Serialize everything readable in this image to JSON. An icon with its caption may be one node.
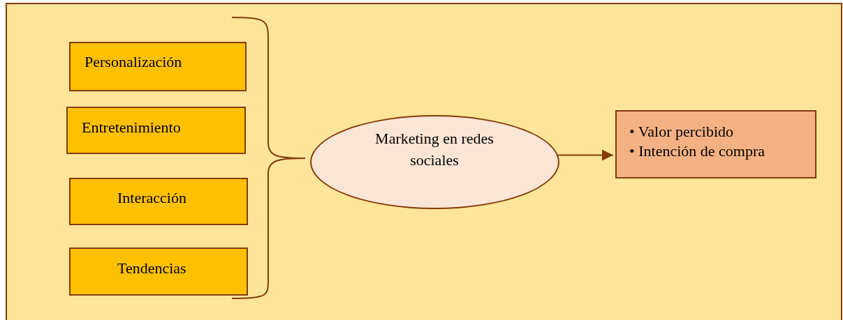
{
  "diagram": {
    "nodes": [
      {
        "text": [],
        "shape": "box"
      },
      {
        "text": [
          "Personalización"
        ],
        "in": 0
      },
      {
        "text": [
          "Entretenimiento"
        ],
        "in": 0
      },
      {
        "text": [
          "Interacción"
        ],
        "in": 0
      },
      {
        "text": [
          "Tendencias"
        ],
        "in": 0
      },
      {
        "text": [
          "Marketing en redes sociales"
        ],
        "in": 0
      },
      {
        "text": [
          "• Valor percibido",
          "• Intención de compra"
        ],
        "in": 0
      }
    ],
    "edges": [
      {
        "from": 5,
        "to": 6,
        "arrow": "to"
      }
    ]
  }
}
